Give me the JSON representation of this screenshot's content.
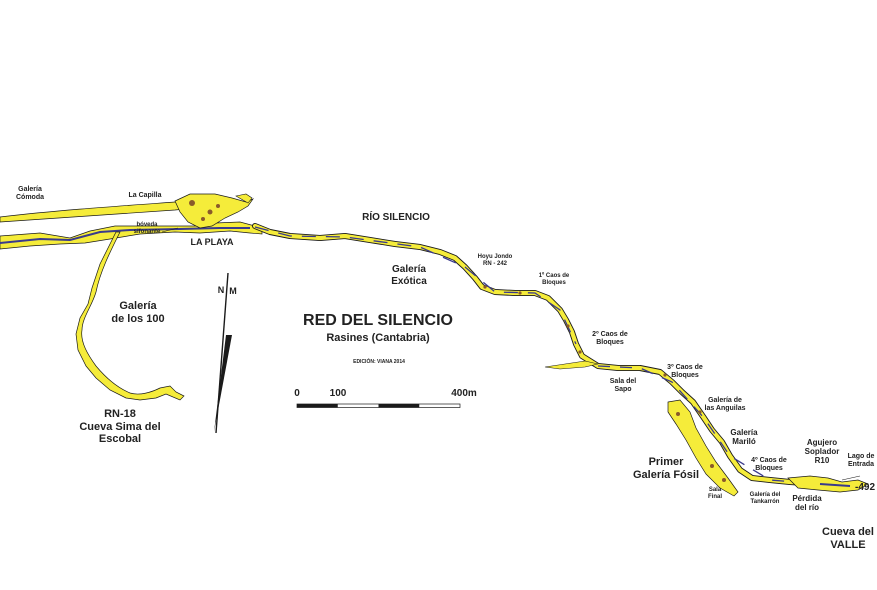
{
  "map": {
    "title": "RED DEL SILENCIO",
    "subtitle": "Rasines (Cantabria)",
    "edition": "EDICIÓN: VIANA 2014",
    "north_label": "N",
    "magnetic_label": "M",
    "scale": {
      "ticks": [
        "0",
        "100",
        "400m"
      ]
    },
    "depth_label": "-492",
    "labels": {
      "galeria_comoda": "Galería\nCómoda",
      "la_capilla": "La Capilla",
      "boveda_sifonante": "bóveda\nsifonante",
      "la_playa": "LA PLAYA",
      "rio_silencio": "RÍO SILENCIO",
      "galeria_exotica": "Galería\nExótica",
      "hoyu_jondo": "Hoyu Jondo\nRN - 242",
      "caos1": "1º Caos de\nBloques",
      "caos2": "2º Caos de\nBloques",
      "caos3": "3º Caos de\nBloques",
      "caos4": "4º Caos de\nBloques",
      "sala_sapo": "Sala del\nSapo",
      "galeria_anguilas": "Galería de\nlas Anguilas",
      "galeria_marilo": "Galería\nMariló",
      "primer_galeria_fosil": "Primer\nGalería Fósil",
      "sala_final": "Sala\nFinal",
      "galeria_tankarron": "Galería del\nTankarrón",
      "perdida_rio": "Pérdida\ndel río",
      "agujero_soplador": "Agujero\nSoplador\nR10",
      "lago_entrada": "Lago de\nEntrada",
      "cueva_valle": "Cueva del\nVALLE",
      "galeria_100": "Galería\nde los 100",
      "rn18": "RN-18\nCueva Sima del\nEscobal"
    },
    "colors": {
      "passage_fill": "#f5ec3a",
      "passage_outline": "#1a1a1a",
      "river": "#3a3a8c",
      "chamber_detail": "#8a5a2a"
    }
  }
}
